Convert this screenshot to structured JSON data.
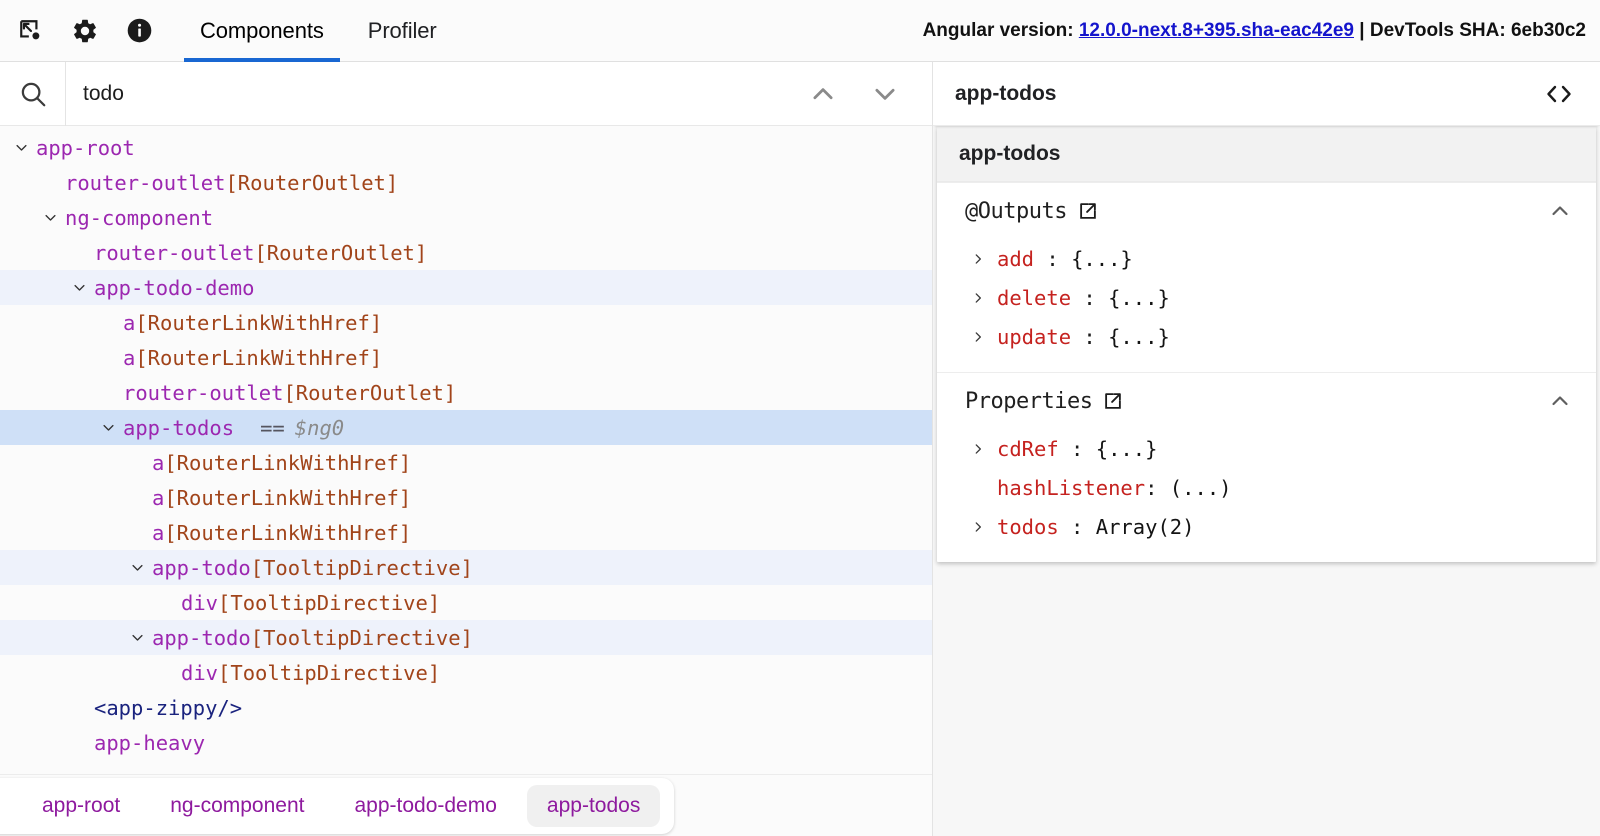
{
  "header": {
    "icons": [
      {
        "name": "inspect-element-icon",
        "title": "Select an element"
      },
      {
        "name": "settings-gear-icon",
        "title": "Settings"
      },
      {
        "name": "info-icon",
        "title": "About"
      }
    ],
    "tabs": [
      {
        "label": "Components",
        "active": true
      },
      {
        "label": "Profiler",
        "active": false
      }
    ],
    "version_prefix": "Angular version: ",
    "version_value": "12.0.0-next.8+395.sha-eac42e9",
    "version_separator": " | ",
    "devtools_sha_label": "DevTools SHA: ",
    "devtools_sha_value": "6eb30c2",
    "link_color": "#1414cc",
    "accent_color": "#1967d2"
  },
  "search": {
    "value": "todo",
    "placeholder": "",
    "icon": "search-icon",
    "prev_label": "previous-match",
    "next_label": "next-match"
  },
  "tree": {
    "rows": [
      {
        "indent": 0,
        "expandable": true,
        "name": "app-root",
        "directive": "",
        "state": "normal",
        "style": "purple"
      },
      {
        "indent": 1,
        "expandable": false,
        "name": "router-outlet",
        "directive": "[RouterOutlet]",
        "state": "normal",
        "style": "purple"
      },
      {
        "indent": 1,
        "expandable": true,
        "name": "ng-component",
        "directive": "",
        "state": "normal",
        "style": "purple"
      },
      {
        "indent": 2,
        "expandable": false,
        "name": "router-outlet",
        "directive": "[RouterOutlet]",
        "state": "normal",
        "style": "purple"
      },
      {
        "indent": 2,
        "expandable": true,
        "name": "app-todo-demo",
        "directive": "",
        "state": "match",
        "style": "purple"
      },
      {
        "indent": 3,
        "expandable": false,
        "name": "a",
        "directive": "[RouterLinkWithHref]",
        "state": "normal",
        "style": "purple"
      },
      {
        "indent": 3,
        "expandable": false,
        "name": "a",
        "directive": "[RouterLinkWithHref]",
        "state": "normal",
        "style": "purple"
      },
      {
        "indent": 3,
        "expandable": false,
        "name": "router-outlet",
        "directive": "[RouterOutlet]",
        "state": "normal",
        "style": "purple"
      },
      {
        "indent": 3,
        "expandable": true,
        "name": "app-todos",
        "directive": "",
        "state": "selected",
        "style": "purple",
        "eq": "==",
        "ref": "$ng0"
      },
      {
        "indent": 4,
        "expandable": false,
        "name": "a",
        "directive": "[RouterLinkWithHref]",
        "state": "normal",
        "style": "purple"
      },
      {
        "indent": 4,
        "expandable": false,
        "name": "a",
        "directive": "[RouterLinkWithHref]",
        "state": "normal",
        "style": "purple"
      },
      {
        "indent": 4,
        "expandable": false,
        "name": "a",
        "directive": "[RouterLinkWithHref]",
        "state": "normal",
        "style": "purple"
      },
      {
        "indent": 4,
        "expandable": true,
        "name": "app-todo",
        "directive": "[TooltipDirective]",
        "state": "match",
        "style": "purple"
      },
      {
        "indent": 5,
        "expandable": false,
        "name": "div",
        "directive": "[TooltipDirective]",
        "state": "normal",
        "style": "purple"
      },
      {
        "indent": 4,
        "expandable": true,
        "name": "app-todo",
        "directive": "[TooltipDirective]",
        "state": "match",
        "style": "purple"
      },
      {
        "indent": 5,
        "expandable": false,
        "name": "div",
        "directive": "[TooltipDirective]",
        "state": "normal",
        "style": "purple"
      },
      {
        "indent": 2,
        "expandable": false,
        "name": "<app-zippy/>",
        "directive": "",
        "state": "normal",
        "style": "blue"
      },
      {
        "indent": 2,
        "expandable": false,
        "name": "app-heavy",
        "directive": "",
        "state": "normal",
        "style": "purple"
      }
    ]
  },
  "breadcrumb": {
    "items": [
      {
        "label": "app-root",
        "active": false
      },
      {
        "label": "ng-component",
        "active": false
      },
      {
        "label": "app-todo-demo",
        "active": false
      },
      {
        "label": "app-todos",
        "active": true
      }
    ]
  },
  "details": {
    "header_title": "app-todos",
    "nav_icon_prev": "chevron-left-icon",
    "nav_icon_next": "chevron-right-icon",
    "card_title": "app-todos",
    "sections": [
      {
        "name": "@Outputs",
        "expanded": true,
        "external_icon": "open-in-new-icon",
        "collapse_icon": "chevron-up-icon",
        "rows": [
          {
            "expandable": true,
            "key": "add",
            "sep": " : ",
            "value": "{...}"
          },
          {
            "expandable": true,
            "key": "delete",
            "sep": " : ",
            "value": "{...}"
          },
          {
            "expandable": true,
            "key": "update",
            "sep": " : ",
            "value": "{...}"
          }
        ]
      },
      {
        "name": "Properties",
        "expanded": true,
        "external_icon": "open-in-new-icon",
        "collapse_icon": "chevron-up-icon",
        "rows": [
          {
            "expandable": true,
            "key": "cdRef",
            "sep": " : ",
            "value": "{...}"
          },
          {
            "expandable": false,
            "key": "hashListener",
            "sep": ": ",
            "value": "(...)"
          },
          {
            "expandable": true,
            "key": "todos",
            "sep": " : ",
            "value": "Array(2)"
          }
        ]
      }
    ]
  },
  "colors": {
    "element_purple": "#9c27b0",
    "directive_brown": "#a1441a",
    "property_red": "#c5221f",
    "selected_row": "#cfe0f7",
    "match_row": "#eef2fb",
    "breadcrumb_purple": "#8e1a9e"
  }
}
